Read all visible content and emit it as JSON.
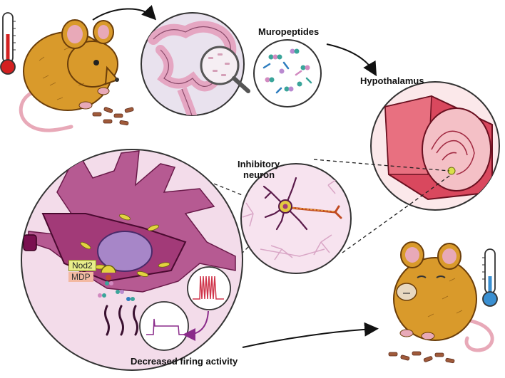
{
  "labels": {
    "muropeptides": "Muropeptides",
    "hypothalamus": "Hypothalamus",
    "inhibitory_neuron_line1": "Inhibitory",
    "inhibitory_neuron_line2": "neuron",
    "nod2": "Nod2",
    "mdp": "MDP",
    "decreased_firing": "Decreased firing activity"
  },
  "colors": {
    "mouse_fur": "#d99a2b",
    "mouse_ear_inner": "#e8a9b8",
    "gut_pink": "#e5a6c2",
    "neuron_magenta": "#a23a78",
    "nucleus_purple": "#a786c8",
    "hypothalamus_red": "#d9485e",
    "nod2_tag": "#e8ee8a",
    "mdp_tag": "#f3b9a2",
    "thermometer_hot": "#d32020",
    "thermometer_cold": "#3a8fd1",
    "spike_trace": "#d0354b",
    "reduced_trace": "#8a2a8a"
  },
  "icons": {
    "thermometer_top": "thermometer-hot-icon",
    "thermometer_bottom": "thermometer-cold-icon"
  }
}
